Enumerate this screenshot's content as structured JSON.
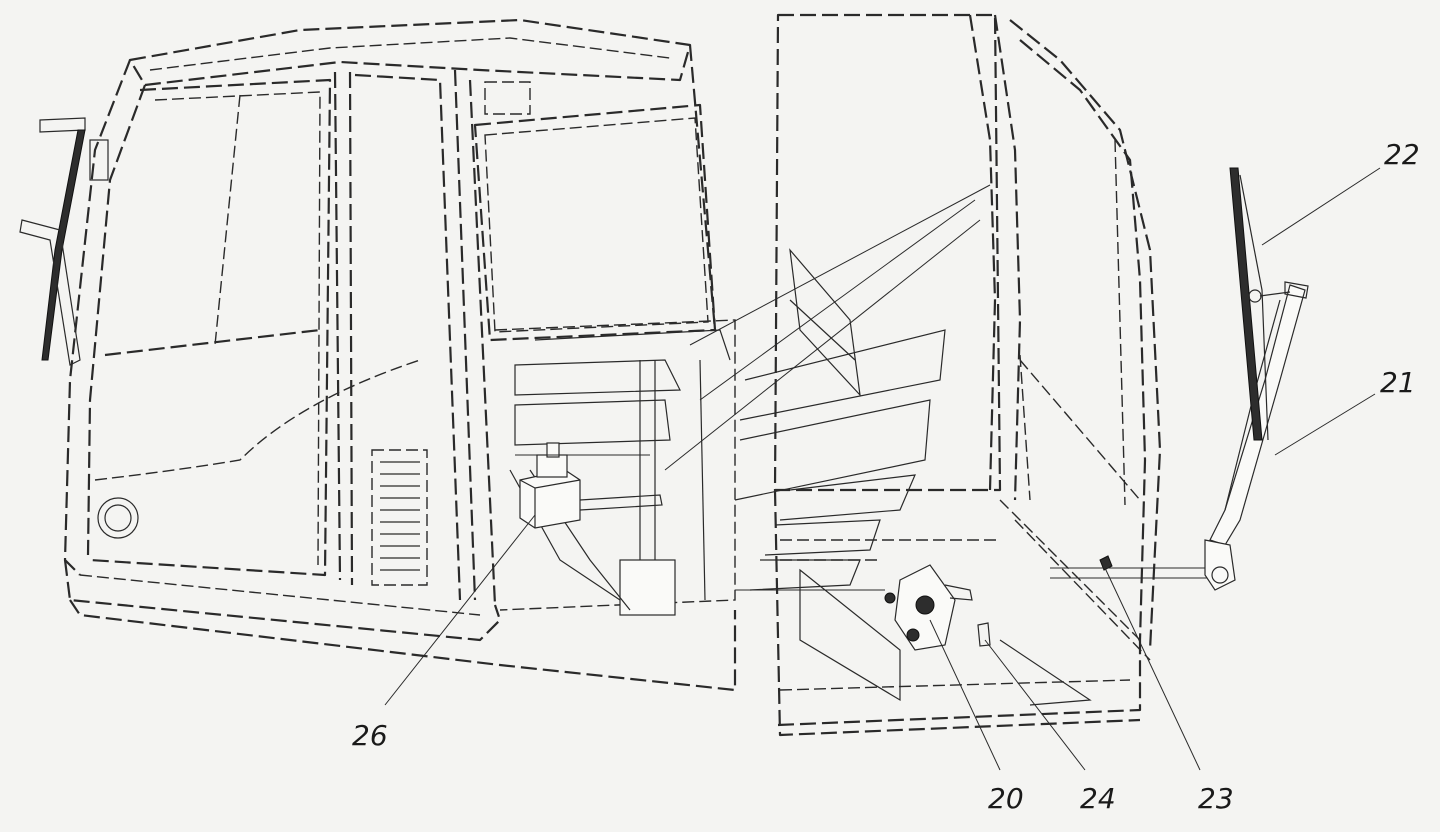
{
  "callouts": [
    {
      "id": "callout-20",
      "label": "20"
    },
    {
      "id": "callout-21",
      "label": "21"
    },
    {
      "id": "callout-22",
      "label": "22"
    },
    {
      "id": "callout-23",
      "label": "23"
    },
    {
      "id": "callout-24",
      "label": "24"
    },
    {
      "id": "callout-26",
      "label": "26"
    }
  ]
}
